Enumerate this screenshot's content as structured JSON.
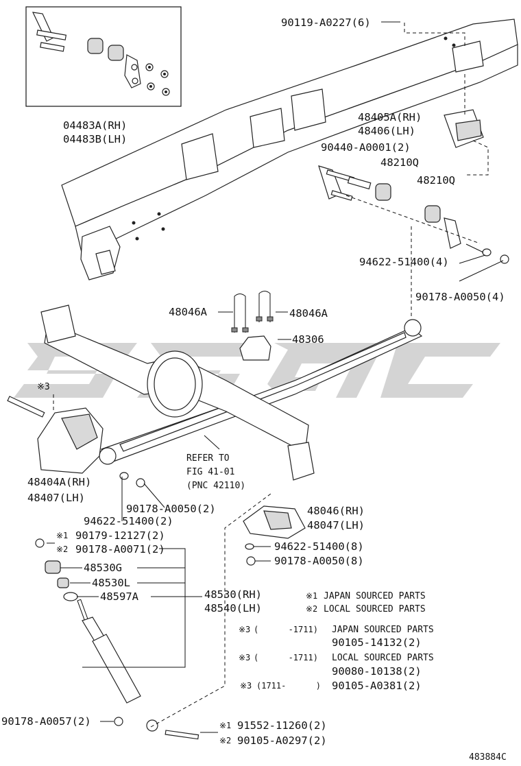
{
  "diagram": {
    "figure_code": "483884C",
    "kit": {
      "part_rh": "04483A(RH)",
      "part_lh": "04483B(LH)"
    },
    "hanger": {
      "part_rh": "48405A(RH)",
      "part_lh": "48406(LH)"
    },
    "frame_bolt": "90119-A0227(6)",
    "pin": "90440-A0001(2)",
    "bushing_a": "48210Q",
    "bushing_b": "48210Q",
    "washer_upper": "94622-51400(4)",
    "nut_upper": "90178-A0050(4)",
    "ubolt_left": "48046A",
    "ubolt_right": "48046A",
    "pad": "48306",
    "bolt_mark": "※3",
    "bracket": {
      "part_rh": "48404A(RH)",
      "part_lh": "48407(LH)"
    },
    "refer": {
      "line1": "REFER TO",
      "line2": "FIG 41-01",
      "line3": "(PNC 42110)"
    },
    "washer_mid": "94622-51400(2)",
    "nut_mid": "90178-A0050(2)",
    "seat": {
      "part_rh": "48046(RH)",
      "part_lh": "48047(LH)"
    },
    "washer_seat": "94622-51400(8)",
    "nut_seat": "90178-A0050(8)",
    "shock_nut_1": {
      "mark": "※1",
      "part": "90179-12127(2)"
    },
    "shock_nut_2": {
      "mark": "※2",
      "part": "90178-A0071(2)"
    },
    "cushion_g": "48530G",
    "cushion_l": "48530L",
    "retainer": "48597A",
    "absorber": {
      "part_rh": "48530(RH)",
      "part_lh": "48540(LH)"
    },
    "shock_nut_lower": "90178-A0057(2)",
    "bolt_lower_1": {
      "mark": "※1",
      "part": "91552-11260(2)"
    },
    "bolt_lower_2": {
      "mark": "※2",
      "part": "90105-A0297(2)"
    },
    "notes": {
      "note1": {
        "mark": "※1",
        "text": "JAPAN SOURCED PARTS"
      },
      "note2": {
        "mark": "※2",
        "text": "LOCAL SOURCED PARTS"
      },
      "cond1": {
        "mark": "※3",
        "range": "(      -1711)",
        "text": "JAPAN SOURCED PARTS",
        "part": "90105-14132(2)"
      },
      "cond2": {
        "mark": "※3",
        "range": "(      -1711)",
        "text": "LOCAL SOURCED PARTS",
        "part": "90080-10138(2)"
      },
      "cond3": {
        "mark": "※3",
        "range": "(1711-      )",
        "part": "90105-A0381(2)"
      }
    }
  }
}
